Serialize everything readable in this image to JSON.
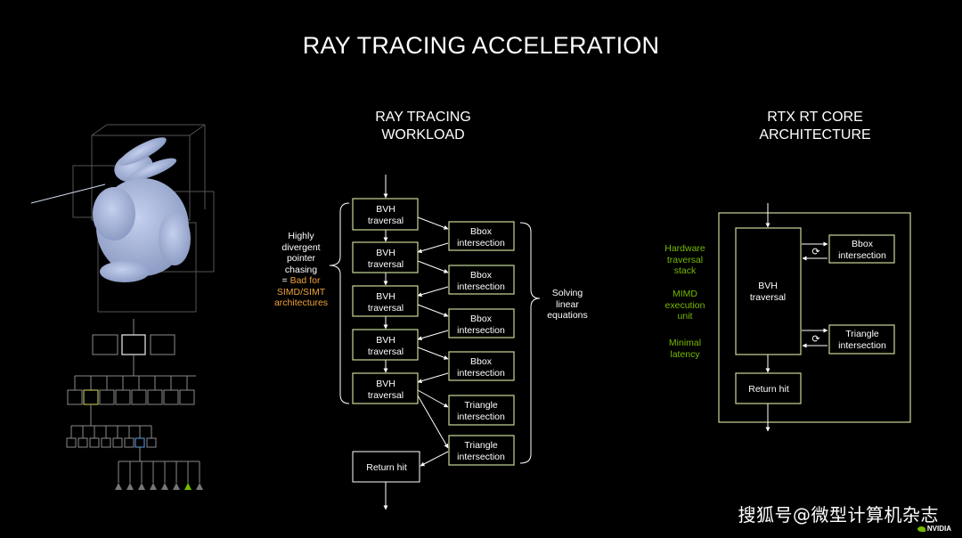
{
  "title": "RAY TRACING ACCELERATION",
  "workload": {
    "heading_line1": "RAY TRACING",
    "heading_line2": "WORKLOAD",
    "bvh_label_line1": "BVH",
    "bvh_label_line2": "traversal",
    "bbox_line1": "Bbox",
    "bbox_line2": "intersection",
    "triangle_line1": "Triangle",
    "triangle_line2": "intersection",
    "return_hit": "Return hit",
    "left_note": {
      "line1": "Highly",
      "line2": "divergent",
      "line3": "pointer",
      "line4": "chasing",
      "line5_prefix": "= ",
      "line5_highlight": "Bad for",
      "line6": "SIMD/SIMT",
      "line7": "architectures"
    },
    "right_note": {
      "line1": "Solving",
      "line2": "linear",
      "line3": "equations"
    }
  },
  "rt_core": {
    "heading_line1": "RTX RT CORE",
    "heading_line2": "ARCHITECTURE",
    "bvh_line1": "BVH",
    "bvh_line2": "traversal",
    "bbox_line1": "Bbox",
    "bbox_line2": "intersection",
    "triangle_line1": "Triangle",
    "triangle_line2": "intersection",
    "return_hit": "Return hit",
    "loop_icon": "refresh-icon",
    "features": [
      {
        "line1": "Hardware",
        "line2": "traversal",
        "line3": "stack"
      },
      {
        "line1": "MIMD",
        "line2": "execution",
        "line3": "unit"
      },
      {
        "line1": "Minimal",
        "line2": "latency",
        "line3": ""
      }
    ]
  },
  "watermark": "搜狐号@微型计算机杂志",
  "brand": "NVIDIA",
  "colors": {
    "accent_green": "#76b900",
    "highlight_orange": "#f0a23a",
    "box_border": "#c8d89a",
    "bunny": "#aab8dc"
  }
}
